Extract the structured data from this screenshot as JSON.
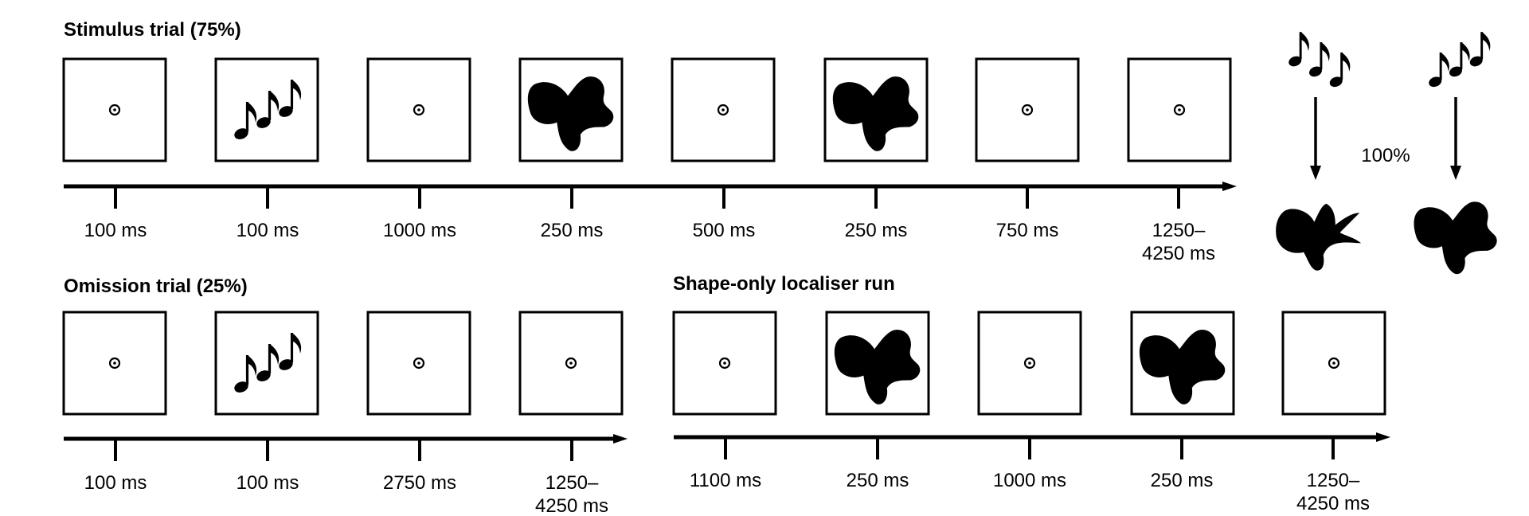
{
  "colors": {
    "ink": "#000000",
    "paper": "#ffffff"
  },
  "stimulus_trial": {
    "title": "Stimulus trial (75%)",
    "frames": [
      "fixation",
      "tones",
      "fixation",
      "shape-a",
      "fixation",
      "shape-a",
      "fixation",
      "fixation"
    ],
    "durations": [
      [
        "100 ms"
      ],
      [
        "100 ms"
      ],
      [
        "1000 ms"
      ],
      [
        "250 ms"
      ],
      [
        "500 ms"
      ],
      [
        "250 ms"
      ],
      [
        "750 ms"
      ],
      [
        "1250–",
        "4250 ms"
      ]
    ]
  },
  "omission_trial": {
    "title": "Omission trial (25%)",
    "frames": [
      "fixation",
      "tones",
      "fixation",
      "fixation"
    ],
    "durations": [
      [
        "100 ms"
      ],
      [
        "100 ms"
      ],
      [
        "2750 ms"
      ],
      [
        "1250–",
        "4250 ms"
      ]
    ]
  },
  "localiser_run": {
    "title": "Shape-only localiser run",
    "frames": [
      "fixation",
      "shape-a",
      "fixation",
      "shape-a",
      "fixation"
    ],
    "durations": [
      [
        "1100 ms"
      ],
      [
        "250 ms"
      ],
      [
        "1000 ms"
      ],
      [
        "250 ms"
      ],
      [
        "1250–",
        "4250 ms"
      ]
    ]
  },
  "mapping": {
    "probability": "100%",
    "pairs": [
      {
        "tone_sequence": "descending-tones-icon",
        "shape": "shape-b"
      },
      {
        "tone_sequence": "ascending-tones-icon",
        "shape": "shape-a"
      }
    ]
  }
}
